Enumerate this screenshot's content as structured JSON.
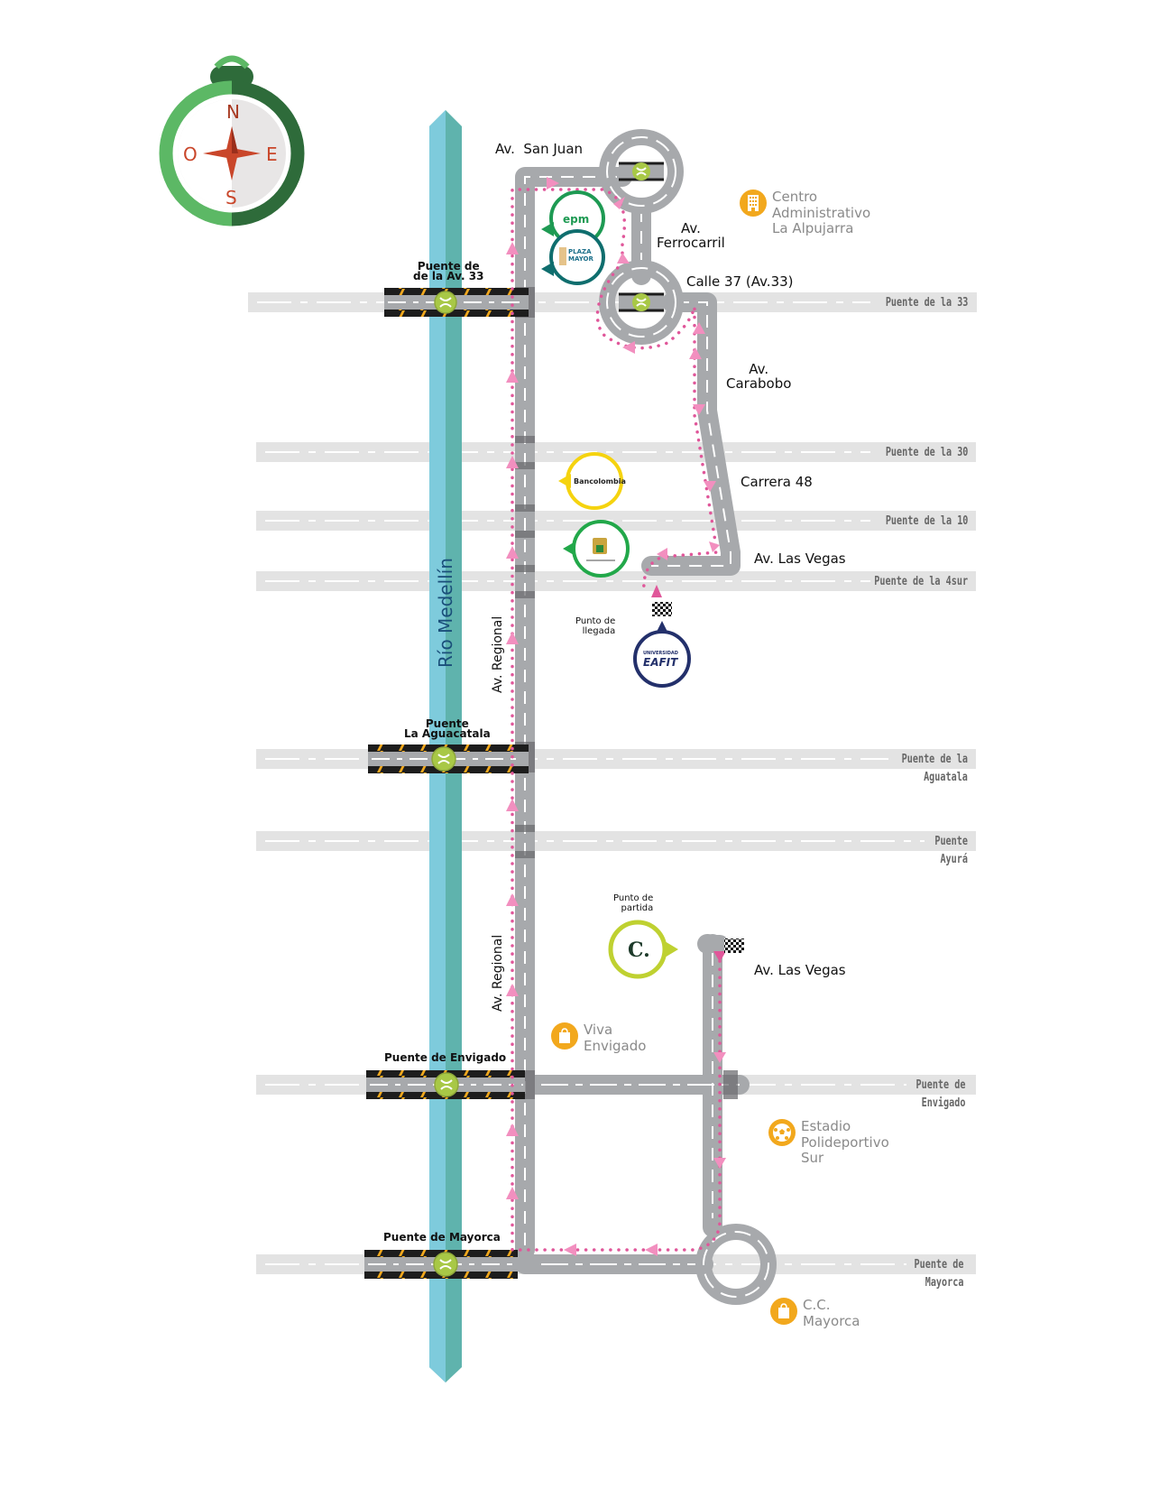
{
  "compass": {
    "north": "N",
    "south": "S",
    "east": "E",
    "west": "O",
    "colors": {
      "ring_light": "#5cb865",
      "ring_dark": "#2e6b3a",
      "needle": "#c9462a",
      "letters": "#b03a22"
    }
  },
  "river": {
    "label": "Río Medellín",
    "colors": {
      "light": "#7ecbdc",
      "dark": "#5fb3ad"
    }
  },
  "roads": {
    "av_san_juan": "Av.  San Juan",
    "av_ferrocarril": "Av.\nFerrocarril",
    "calle_37": "Calle 37 (Av.33)",
    "av_carabobo": "Av.\nCarabobo",
    "carrera_48": "Carrera 48",
    "av_las_vegas_north": "Av. Las Vegas",
    "av_las_vegas_south": "Av. Las Vegas",
    "av_regional_north": "Av. Regional",
    "av_regional_south": "Av. Regional"
  },
  "bridges_left": {
    "av33": "Puente de\nde la Av. 33",
    "aguacatala": "Puente\nLa Aguacatala",
    "envigado": "Puente de Envigado",
    "mayorca": "Puente de Mayorca"
  },
  "bridges_right": {
    "b33": "Puente de la 33",
    "b30": "Puente de la 30",
    "b10": "Puente de la 10",
    "b4sur": "Puente de la 4sur",
    "aguatala": "Puente de la\nAguatala",
    "ayura": "Puente\nAyurá",
    "envigado": "Puente de\nEnvigado",
    "mayorca": "Puente de\nMayorca"
  },
  "points_of_interest": [
    {
      "name": "Centro\nAdministrativo\nLa Alpujarra",
      "icon": "building-icon"
    },
    {
      "name": "Viva\nEnvigado",
      "icon": "shopping-bag-icon"
    },
    {
      "name": "Estadio\nPolideportivo\nSur",
      "icon": "soccer-ball-icon"
    },
    {
      "name": "C.C.\nMayorca",
      "icon": "shopping-bag-icon"
    }
  ],
  "markers": {
    "arrival": "Punto de\nllegada",
    "departure": "Punto de\npartida"
  },
  "logos": {
    "epm": "epm",
    "plaza_mayor": "PLAZA\nMAYOR",
    "bancolombia": "Bancolombia",
    "eafit": "EAFIT",
    "eafit_top": "UNIVERSIDAD",
    "departure": "C."
  },
  "colors": {
    "road": "#a7a9ac",
    "bridge_road": "#e3e3e3",
    "route": "#e0579a",
    "route_arrow": "#f28fbf",
    "poi": "#f2a81d",
    "epm_ring": "#1e9a53",
    "plaza_ring": "#0f6e6e",
    "bancolombia_ring": "#f5d30f",
    "poli_ring": "#22a84a",
    "eafit_ring": "#23306b",
    "departure_ring": "#bfd131",
    "bridge_marker": "#a8c846"
  }
}
